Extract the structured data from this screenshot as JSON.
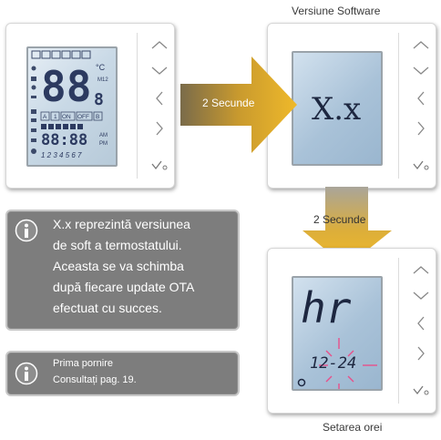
{
  "captions": {
    "software_version": "Versiune Software",
    "set_time": "Setarea orei"
  },
  "arrows": {
    "right_label": "2 Secunde",
    "down_label": "2 Secunde"
  },
  "lcd1": {
    "big_digits": "88",
    "small_digit": "8",
    "unit": "°C",
    "m12": "M12",
    "modes": [
      "A",
      "1",
      "ON",
      "OFF",
      "B"
    ],
    "clock": "88:88",
    "am": "AM",
    "pm": "PM",
    "days": "1 2 3 4 5 6 7"
  },
  "lcd2": {
    "text": "X.x"
  },
  "lcd3": {
    "big": "hr",
    "clock": "12-24"
  },
  "info1": {
    "lines": [
      "X.x reprezintă versiunea",
      "de soft a termostatului.",
      "Aceasta se va schimba",
      "după fiecare update OTA",
      "efectuat cu succes."
    ]
  },
  "info2": {
    "lines": [
      "Prima pornire",
      "Consultați pag. 19."
    ]
  },
  "icons": [
    "up-chevron-icon",
    "down-chevron-icon",
    "left-chevron-icon",
    "right-chevron-icon",
    "confirm-check-icon",
    "info-icon"
  ],
  "colors": {
    "arrow_gold": "#e2a92a",
    "lcd_blue": "#a9c2d8",
    "info_gray": "#7d7d7d",
    "flash_pink": "#e8508a"
  }
}
